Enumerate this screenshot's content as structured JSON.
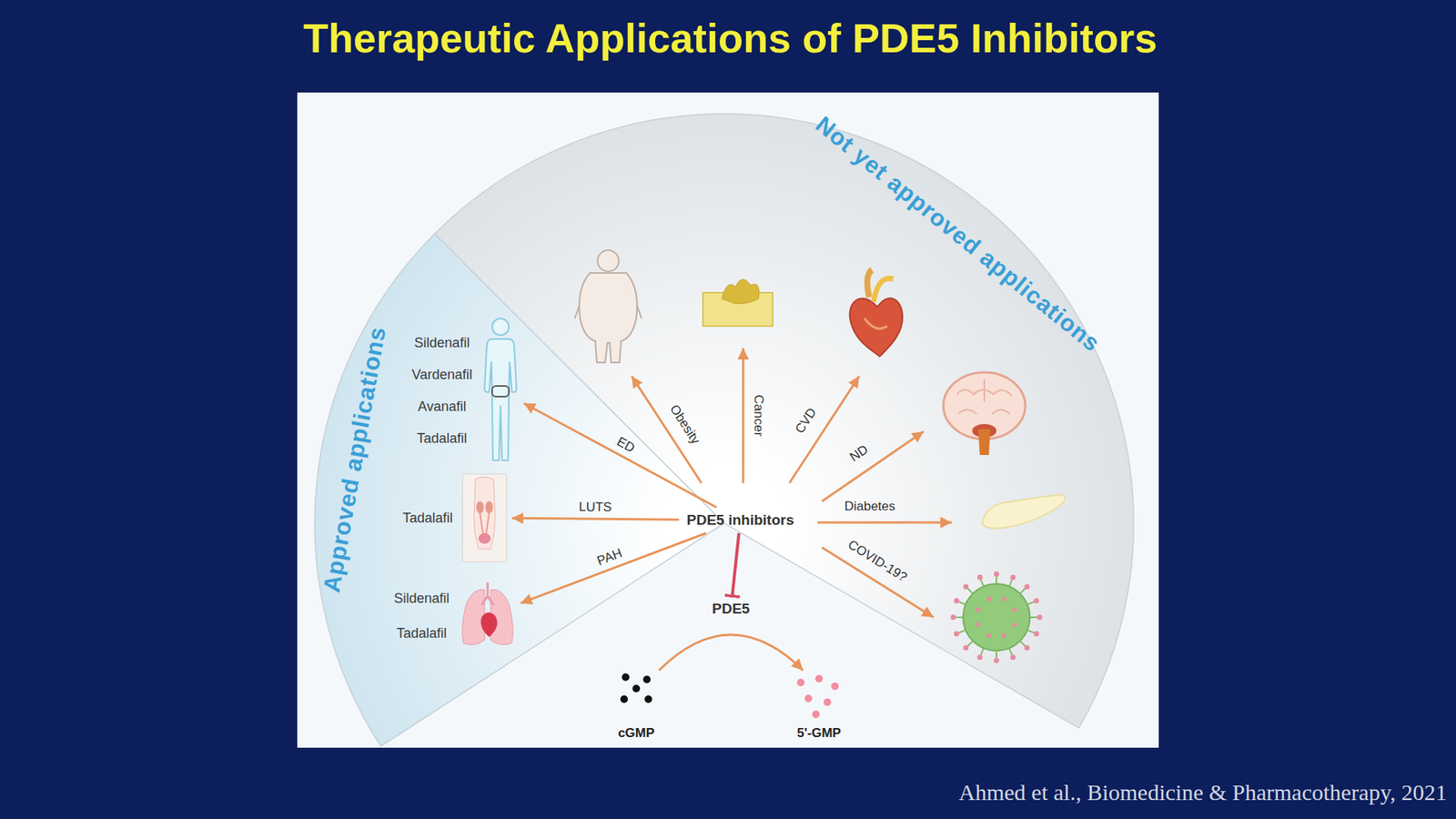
{
  "diagram": {
    "title": "Therapeutic Applications of PDE5 Inhibitors",
    "caption": "Ahmed et al., Biomedicine & Pharmacotherapy, 2021",
    "nodes": [
      {
        "text": [
          "Approved applications"
        ]
      },
      {
        "text": [
          "Sildenafil Vardenafil Avanafil Tadalafil"
        ],
        "in": 0
      },
      {
        "text": [
          "Tadalafil"
        ],
        "in": 0
      },
      {
        "text": [
          "Sildenafil Tadalafil"
        ],
        "in": 0
      },
      {
        "text": [
          "Not yet approved applications"
        ]
      },
      {
        "text": [
          "PDE5 inhibitors"
        ]
      },
      {
        "text": [
          "PDE5"
        ]
      }
    ],
    "edges": [
      {
        "from": 5,
        "to": 1,
        "arrow": "to",
        "label": "ED"
      },
      {
        "from": 5,
        "to": 2,
        "arrow": "to",
        "label": "LUTS"
      },
      {
        "from": 5,
        "to": 3,
        "arrow": "to",
        "label": "PAH"
      },
      {
        "from": 5,
        "to": 6,
        "arrow": "to"
      }
    ],
    "labels": [
      "Obesity",
      "Cancer",
      "CVD",
      "ND",
      "Diabetes",
      "COVID-19?",
      "cGMP",
      "5'-GMP"
    ]
  }
}
